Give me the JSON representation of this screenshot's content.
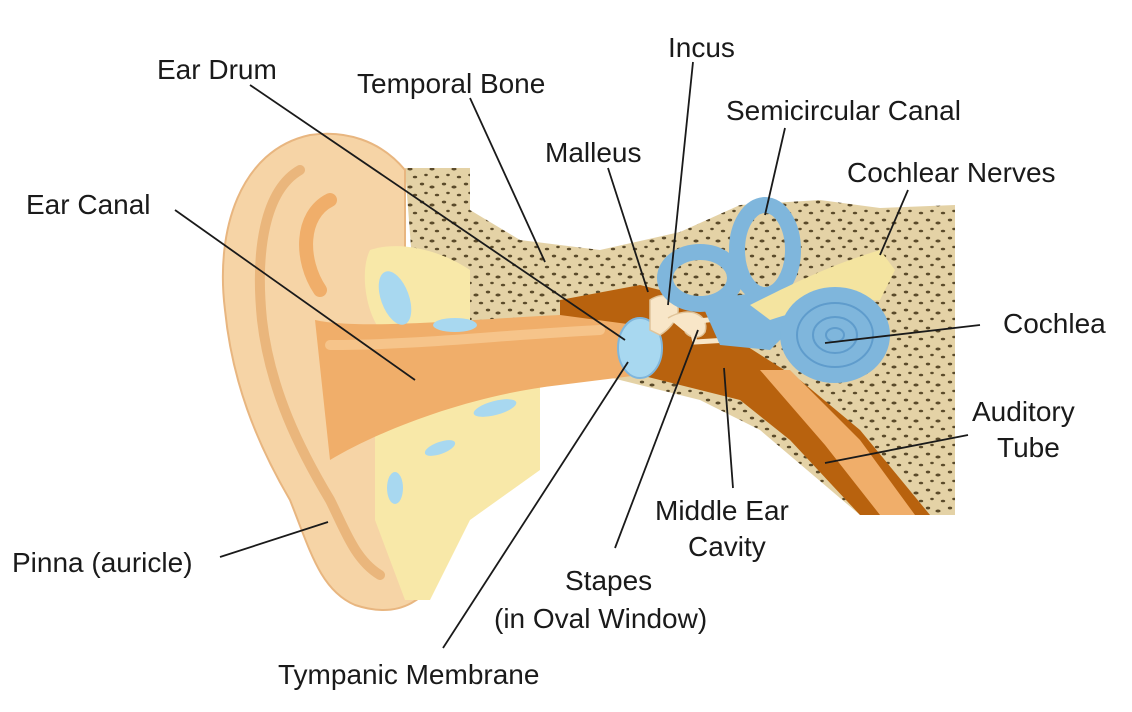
{
  "diagram": {
    "colors": {
      "skin": "#f6d4a6",
      "skin_light": "#fbe4c4",
      "canal": "#f0ae6a",
      "bone": "#e4d2a6",
      "bone_dots": "#5a4a2a",
      "cartilage": "#f8e8a8",
      "inner_ear": "#7fb6dc",
      "inner_ear_dark": "#5f9ccc",
      "cavity": "#b8620e",
      "nerve": "#f4e4a0"
    },
    "labels": {
      "ear_drum": "Ear Drum",
      "temporal_bone": "Temporal Bone",
      "incus": "Incus",
      "semicircular_canal": "Semicircular Canal",
      "malleus": "Malleus",
      "cochlear_nerves": "Cochlear Nerves",
      "ear_canal": "Ear Canal",
      "cochlea": "Cochlea",
      "auditory_tube_1": "Auditory",
      "auditory_tube_2": "Tube",
      "middle_ear_cavity_1": "Middle Ear",
      "middle_ear_cavity_2": "Cavity",
      "pinna": "Pinna (auricle)",
      "stapes_1": "Stapes",
      "stapes_2": "(in Oval Window)",
      "tympanic_membrane": "Tympanic Membrane"
    }
  }
}
